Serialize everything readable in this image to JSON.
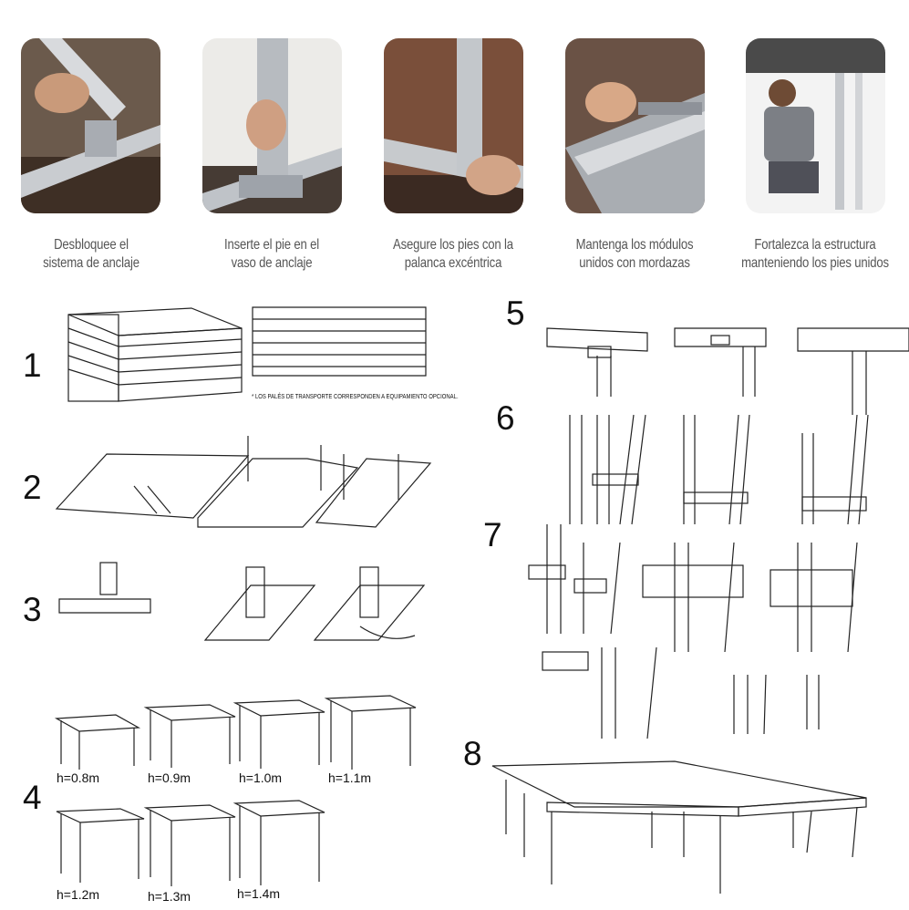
{
  "steps_top": [
    {
      "caption_line1": "Desbloquee el",
      "caption_line2": "sistema de anclaje"
    },
    {
      "caption_line1": "Inserte el pie en el",
      "caption_line2": "vaso de anclaje"
    },
    {
      "caption_line1": "Asegure los pies con la",
      "caption_line2": "palanca excéntrica"
    },
    {
      "caption_line1": "Mantenga los módulos",
      "caption_line2": "unidos con mordazas"
    },
    {
      "caption_line1": "Fortalezca la estructura",
      "caption_line2": "manteniendo los pies unidos"
    }
  ],
  "step_numbers": [
    "1",
    "2",
    "3",
    "4",
    "5",
    "6",
    "7",
    "8"
  ],
  "pallet_note": "* LOS PALÉS DE TRANSPORTE CORRESPONDEN A EQUIPAMIENTO OPCIONAL.",
  "heights": [
    "h=0.8m",
    "h=0.9m",
    "h=1.0m",
    "h=1.1m",
    "h=1.2m",
    "h=1.3m",
    "h=1.4m"
  ]
}
